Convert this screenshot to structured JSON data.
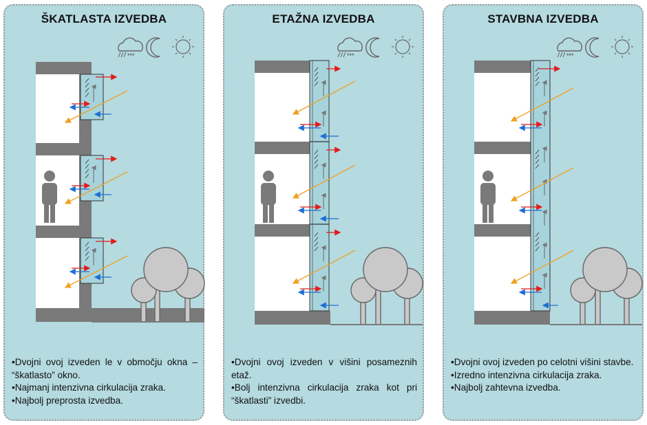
{
  "panels": [
    {
      "title": "ŠKATLASTA IZVEDBA",
      "bullets": [
        "•Dvojni ovoj izveden le v območju okna – “škatlasto” okno.",
        "•Najmanj intenzivna cirkulacija zraka.",
        "•Najbolj preprosta izvedba."
      ]
    },
    {
      "title": "ETAŽNA IZVEDBA",
      "bullets": [
        "•Dvojni ovoj izveden v višini posameznih etaž.",
        "•Bolj intenzivna cirkulacija zraka kot pri “škatlasti” izvedbi."
      ]
    },
    {
      "title": "STAVBNA IZVEDBA",
      "bullets": [
        "•Dvojni ovoj izveden po celotni višini stavbe.",
        "•Izredno intenzivna cirkulacija zraka.",
        "•Najbolj zahtevna izvedba."
      ]
    }
  ],
  "weather_icons": [
    "cloud-rain-snow-icon",
    "moon-icon",
    "sun-icon"
  ],
  "weather_snow_text": "***",
  "colors": {
    "panel_bg": "#b5dae0",
    "structure": "#7a7a7a",
    "glass": "#a7d4dc",
    "warm_air": "#e31b1b",
    "cool_air": "#1f6fd1",
    "sun_ray": "#f0a020",
    "tree": "#c9c9c9"
  }
}
